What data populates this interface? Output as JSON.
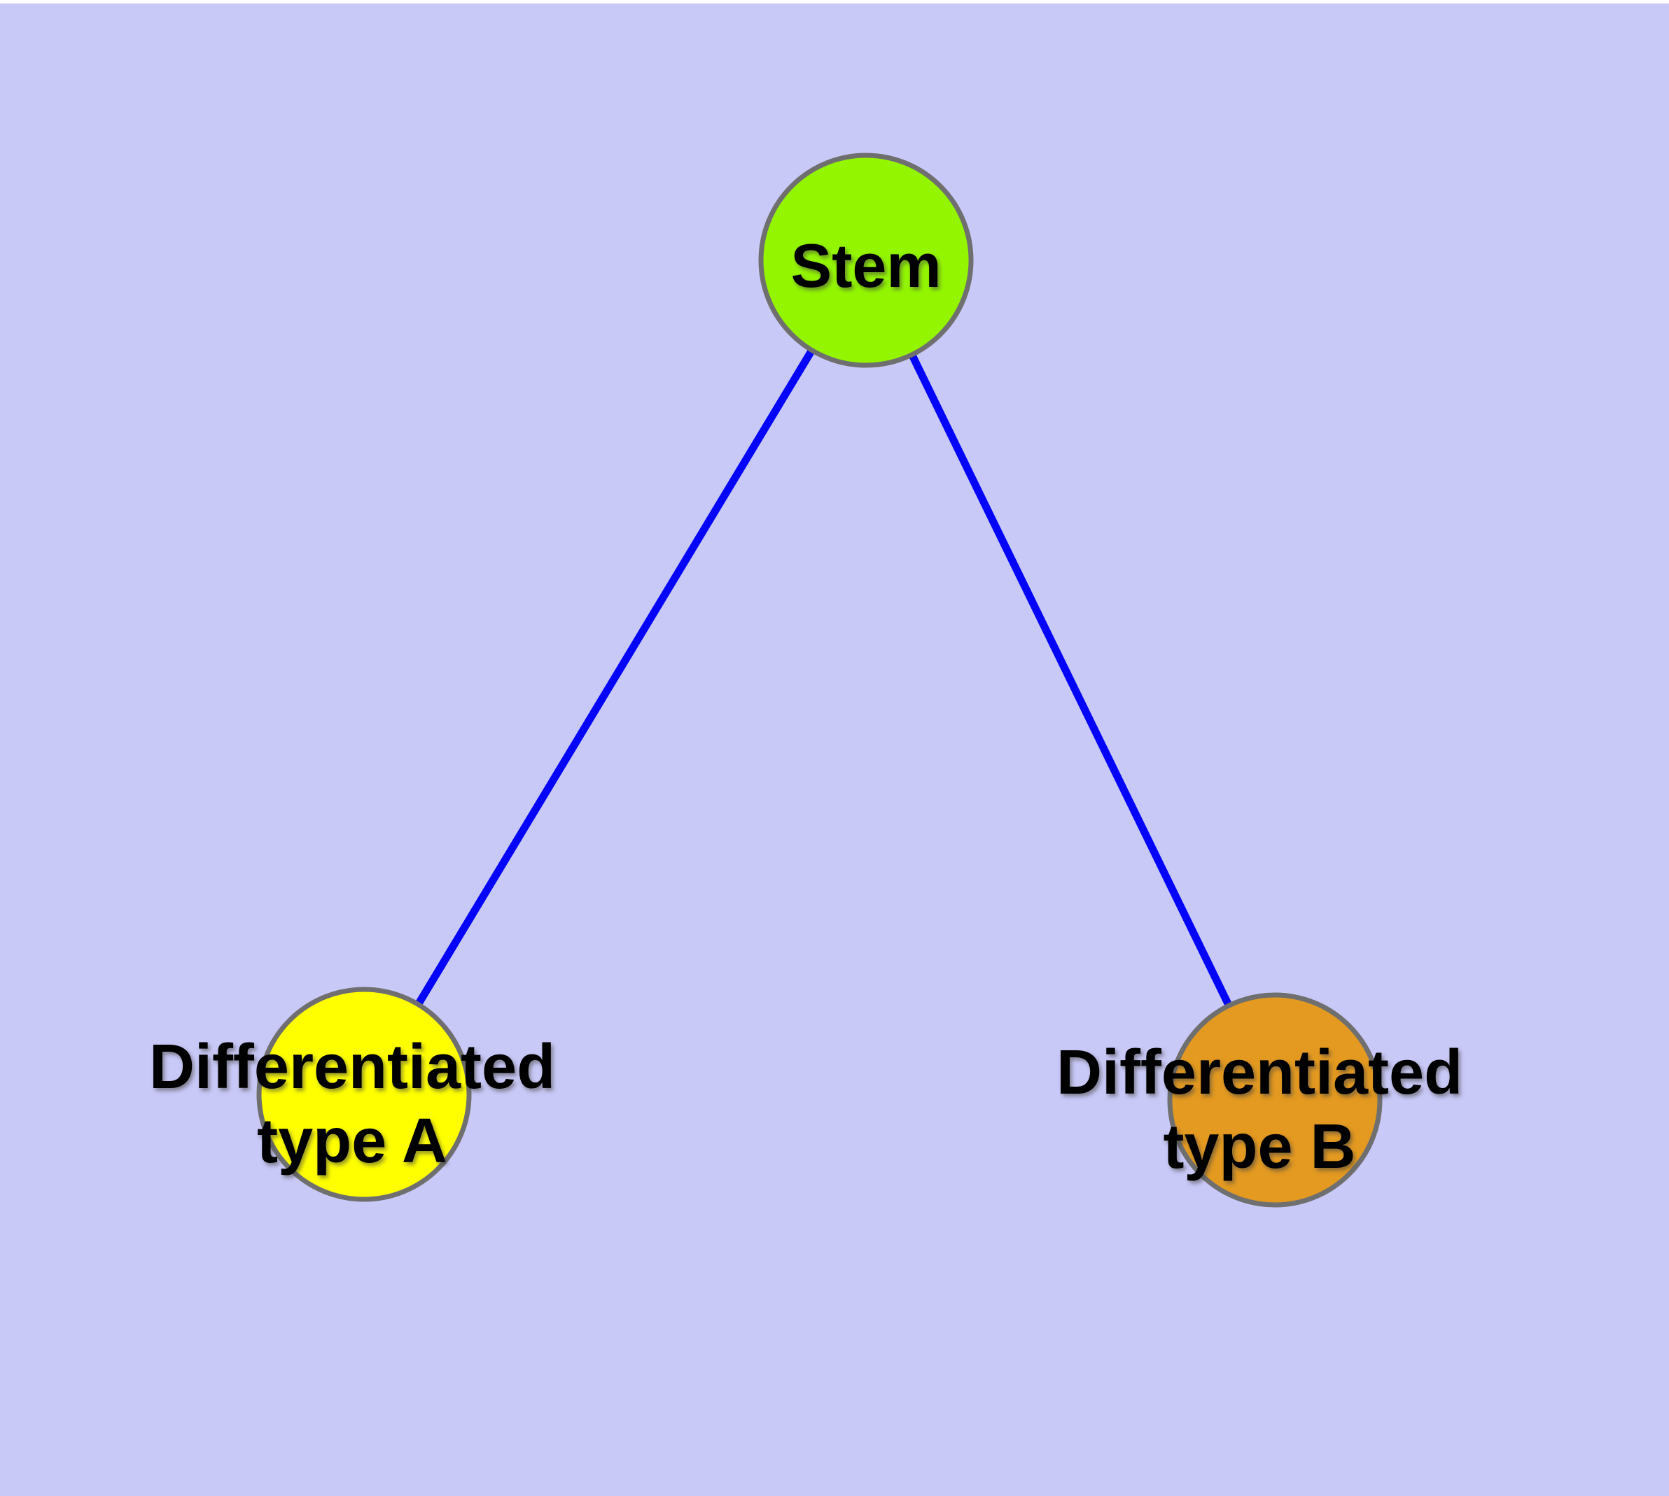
{
  "diagram": {
    "type": "graph",
    "nodes": [
      {
        "id": "stem",
        "label": "Stem",
        "label_line1": "Stem",
        "label_line2": ""
      },
      {
        "id": "type-a",
        "label": "Differentiated type A",
        "label_line1": "Differentiated",
        "label_line2": "type A"
      },
      {
        "id": "type-b",
        "label": "Differentiated type B",
        "label_line1": "Differentiated",
        "label_line2": "type B"
      }
    ],
    "edges": [
      {
        "from": "Stem",
        "to": "Differentiated type A"
      },
      {
        "from": "Stem",
        "to": "Differentiated type B"
      }
    ]
  },
  "colors": {
    "background": "#C9C9F8",
    "top-strip": "#FFFFFF",
    "stem-node": "#93F600",
    "type-a-node": "#FFFF00",
    "type-b-node": "#E49A20",
    "node-border": "#6F6F6F",
    "edge": "#0404F8",
    "label-text": "#000000"
  }
}
